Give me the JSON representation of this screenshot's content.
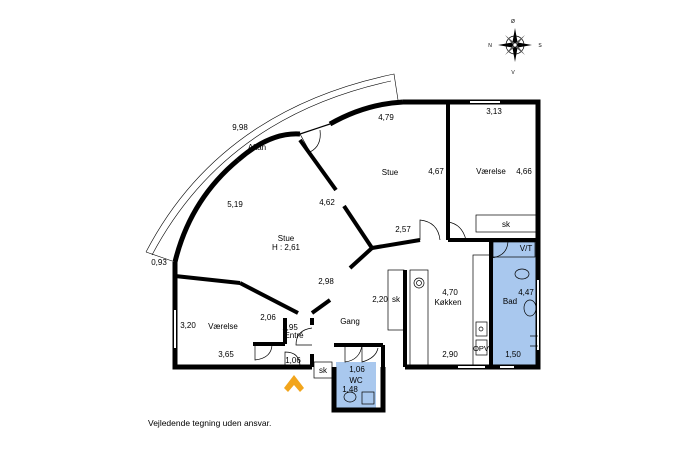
{
  "compass": {
    "n": "N",
    "s": "S",
    "e": "Ø",
    "w": "V"
  },
  "rooms": {
    "altan": "Altan",
    "stue_upper": "Stue",
    "stue_main": "Stue",
    "stue_height": "H : 2,61",
    "vaerelse_top": "Værelse",
    "vaerelse_left": "Værelse",
    "koekken": "Køkken",
    "bad": "Bad",
    "gang": "Gang",
    "entre": "Entré",
    "wc": "WC"
  },
  "fixtures": {
    "sk_top": "sk",
    "sk_kitchen": "sk",
    "sk_entrance": "sk",
    "vt": "V/T",
    "opv": "OPV"
  },
  "dimensions": {
    "d_998": "9,98",
    "d_479": "4,79",
    "d_313": "3,13",
    "d_467": "4,67",
    "d_466": "4,66",
    "d_519": "5,19",
    "d_462": "4,62",
    "d_257": "2,57",
    "d_093": "0,93",
    "d_298": "2,98",
    "d_220": "2,20",
    "d_470": "4,70",
    "d_447": "4,47",
    "d_320": "3,20",
    "d_206": "2,06",
    "d_195": "1,95",
    "d_365": "3,65",
    "d_106a": "1,06",
    "d_106b": "1,06",
    "d_148": "1,48",
    "d_290": "2,90",
    "d_150": "1,50"
  },
  "disclaimer": "Vejledende tegning uden ansvar.",
  "colors": {
    "wall": "#000000",
    "bathroom_fill": "#a9c8ee",
    "entrance_arrow": "#f2a51c"
  }
}
